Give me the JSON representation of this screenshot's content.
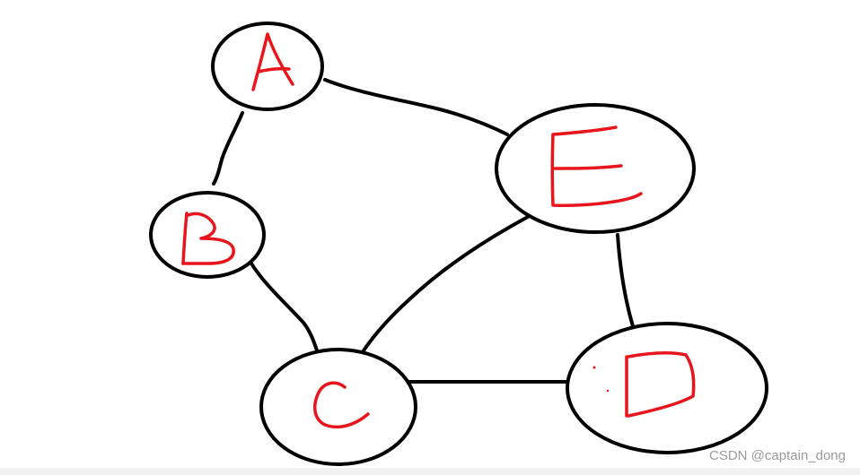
{
  "diagram": {
    "nodes": [
      {
        "id": "A",
        "label": "A"
      },
      {
        "id": "B",
        "label": "B"
      },
      {
        "id": "C",
        "label": "C"
      },
      {
        "id": "D",
        "label": "D"
      },
      {
        "id": "E",
        "label": "E"
      }
    ],
    "edges": [
      {
        "from": "A",
        "to": "B"
      },
      {
        "from": "A",
        "to": "E"
      },
      {
        "from": "B",
        "to": "C"
      },
      {
        "from": "C",
        "to": "E"
      },
      {
        "from": "C",
        "to": "D"
      },
      {
        "from": "E",
        "to": "D"
      }
    ],
    "colors": {
      "outline": "#000000",
      "letters": "#e8161c",
      "watermark": "#9a9a9a"
    }
  },
  "watermark": "CSDN @captain_dong"
}
